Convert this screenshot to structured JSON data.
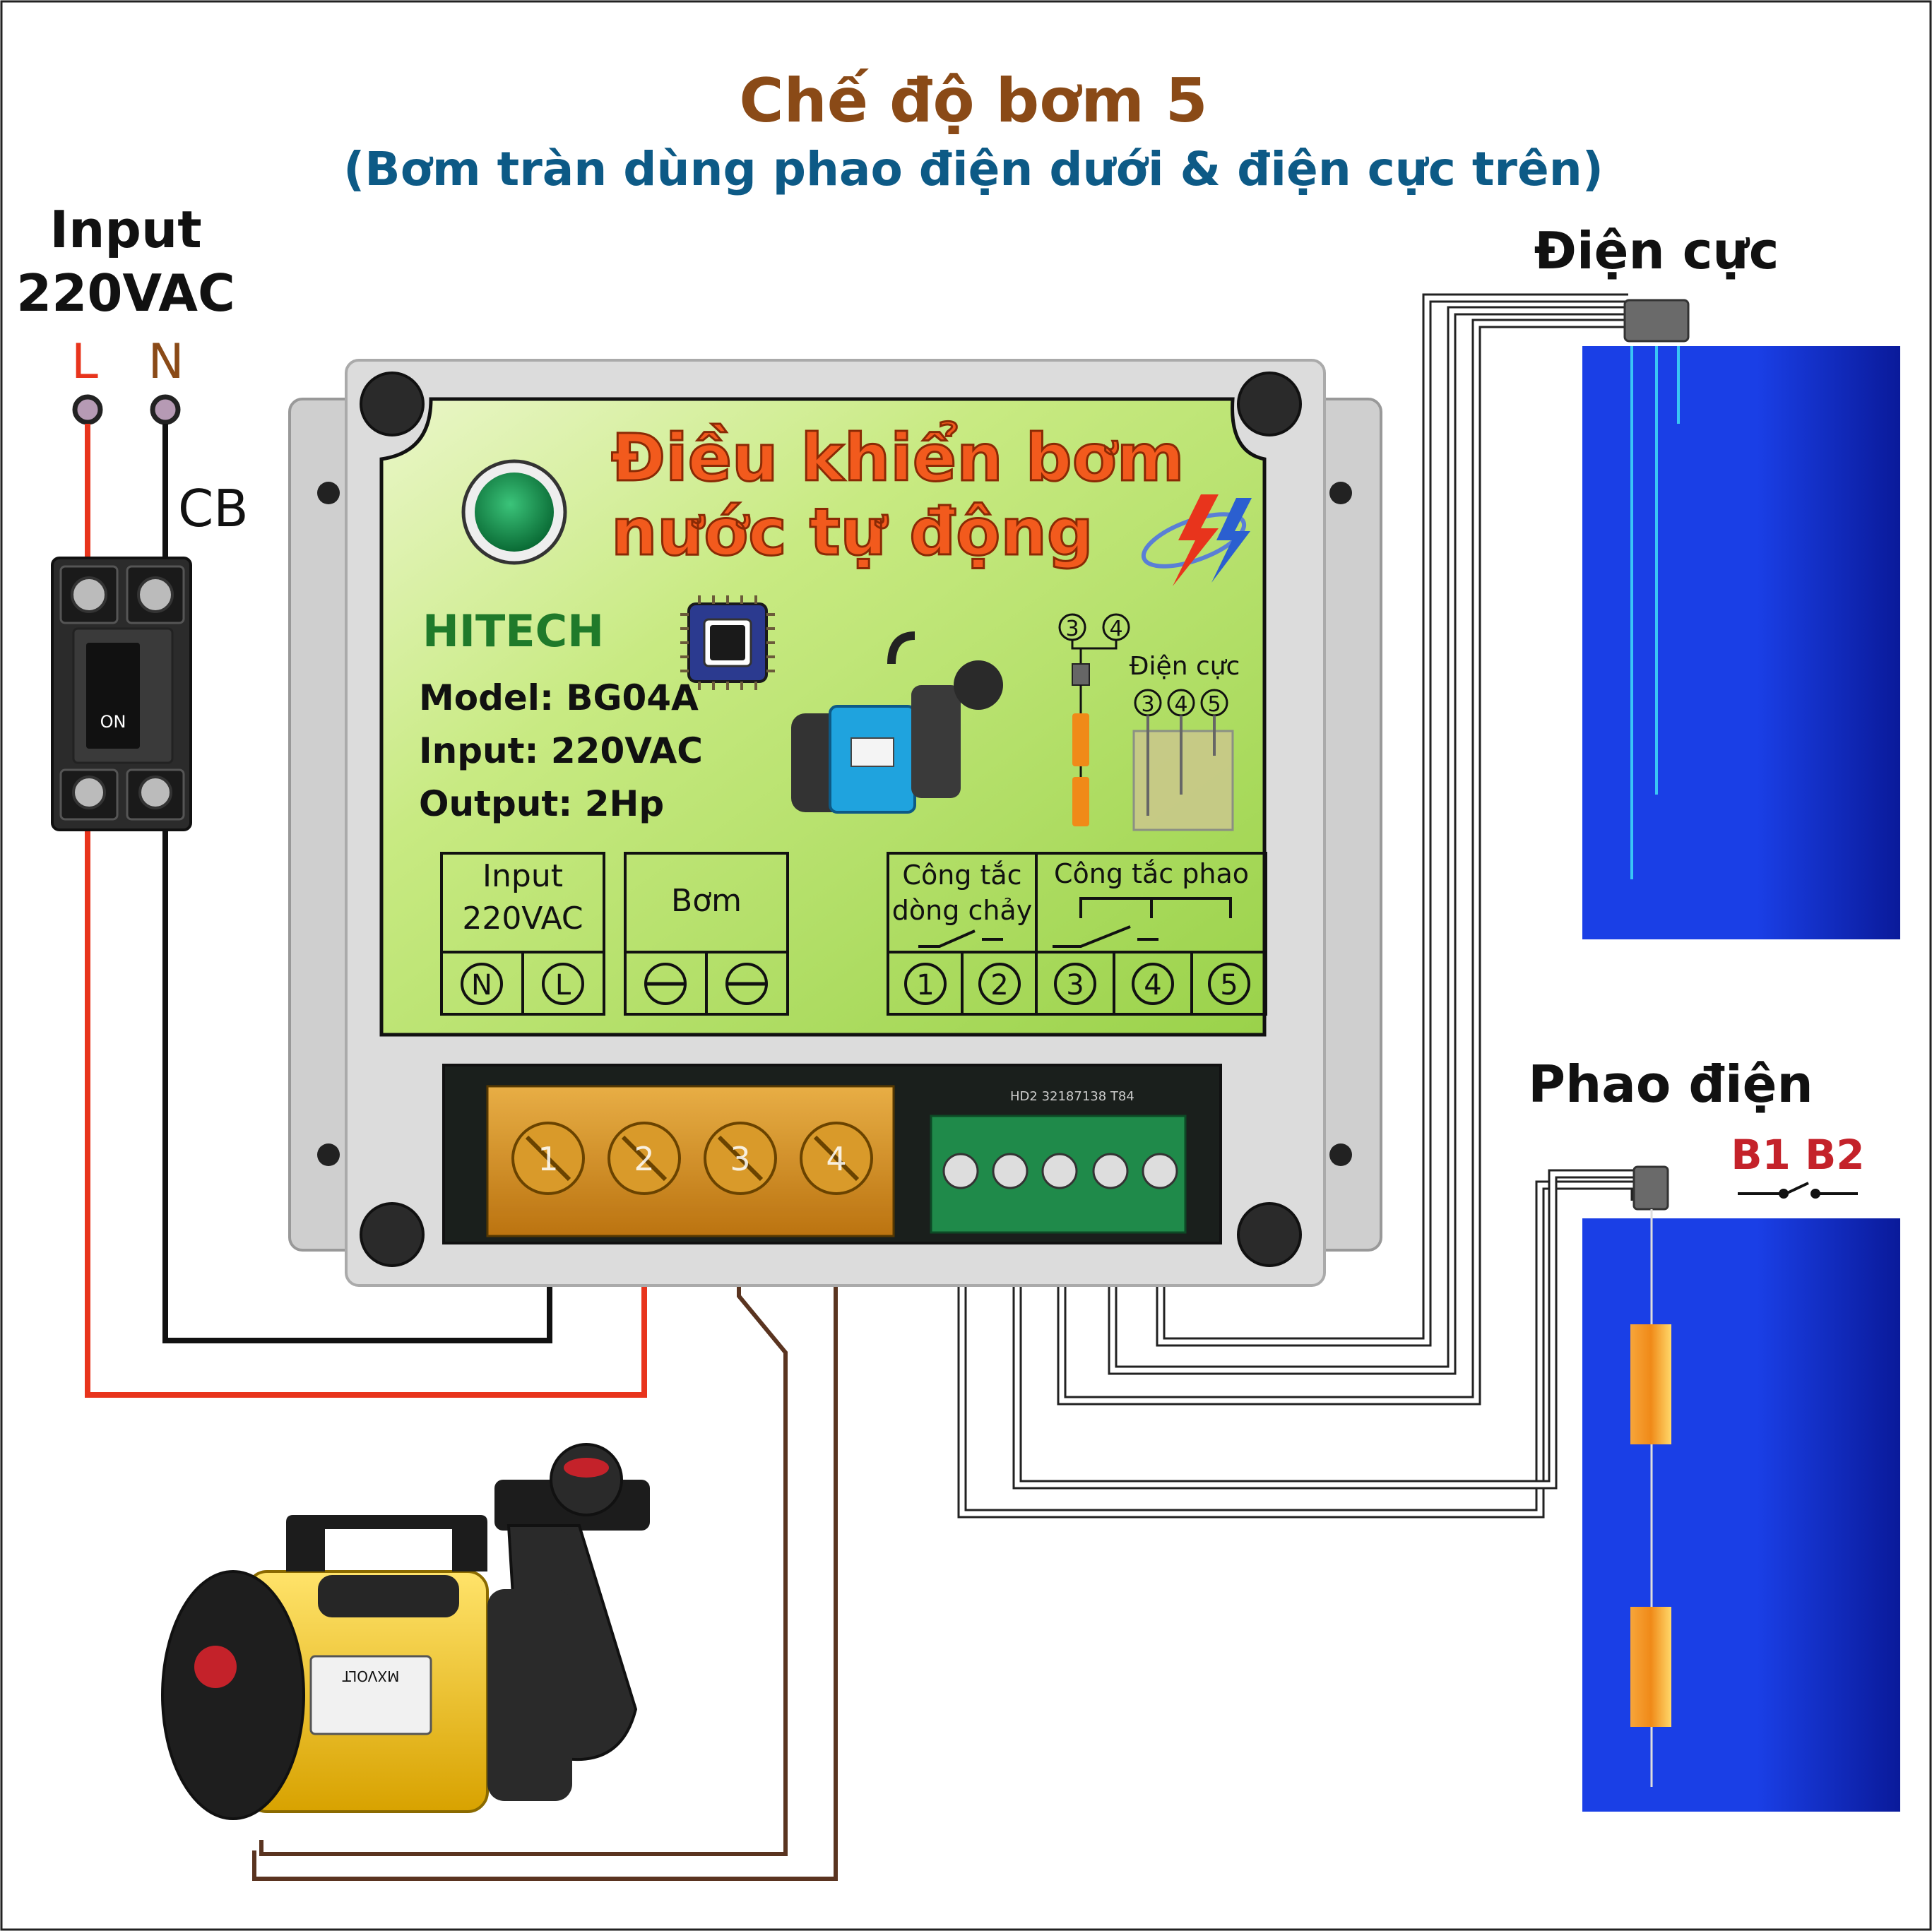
{
  "header": {
    "title": "Chế độ bơm 5",
    "subtitle": "(Bơm tràn dùng phao điện dưới & điện cực trên)"
  },
  "input_power": {
    "label_line1": "Input",
    "label_line2": "220VAC",
    "terminal_l": "L",
    "terminal_n": "N",
    "breaker_label": "CB",
    "breaker_switch": "ON"
  },
  "controller": {
    "title_line1": "Điều khiển bơm",
    "title_line2": "nước tự động",
    "brand": "HITECH",
    "model": "Model:  BG04A",
    "input": "Input: 220VAC",
    "output": "Output: 2Hp",
    "electrode_small_label": "Điện cực",
    "float_pins": [
      "3",
      "4"
    ],
    "electrode_pins": [
      "3",
      "4",
      "5"
    ],
    "blocks": {
      "input_line1": "Input",
      "input_line2": "220VAC",
      "pump": "Bơm",
      "flow_switch_line1": "Công tắc",
      "flow_switch_line2": "dòng chảy",
      "float_switch": "Công tắc phao"
    },
    "terminals_ac": [
      "N",
      "L"
    ],
    "terminals_signal": [
      "1",
      "2",
      "3",
      "4",
      "5"
    ],
    "screw_numbers": [
      "1",
      "2",
      "3",
      "4"
    ],
    "pcb_marking": "HD2  32187138  T84"
  },
  "electrode_tank": {
    "label": "Điện cực"
  },
  "float_tank": {
    "label": "Phao điện",
    "switch_label": "B1 B2"
  },
  "pump": {
    "brand": "MXVOLT"
  },
  "colors": {
    "title_brown": "#8a4a17",
    "subtitle_blue": "#0d5a86",
    "wire_red": "#e8341c",
    "wire_black": "#111111",
    "wire_brown": "#5a3420",
    "tank_blue": "#1a3fe6",
    "panel_green": "#b7e26a",
    "headline_orange": "#f25a1d",
    "brand_green": "#1f7a2a",
    "terminal_terminal_pink": "#b69ab4"
  }
}
